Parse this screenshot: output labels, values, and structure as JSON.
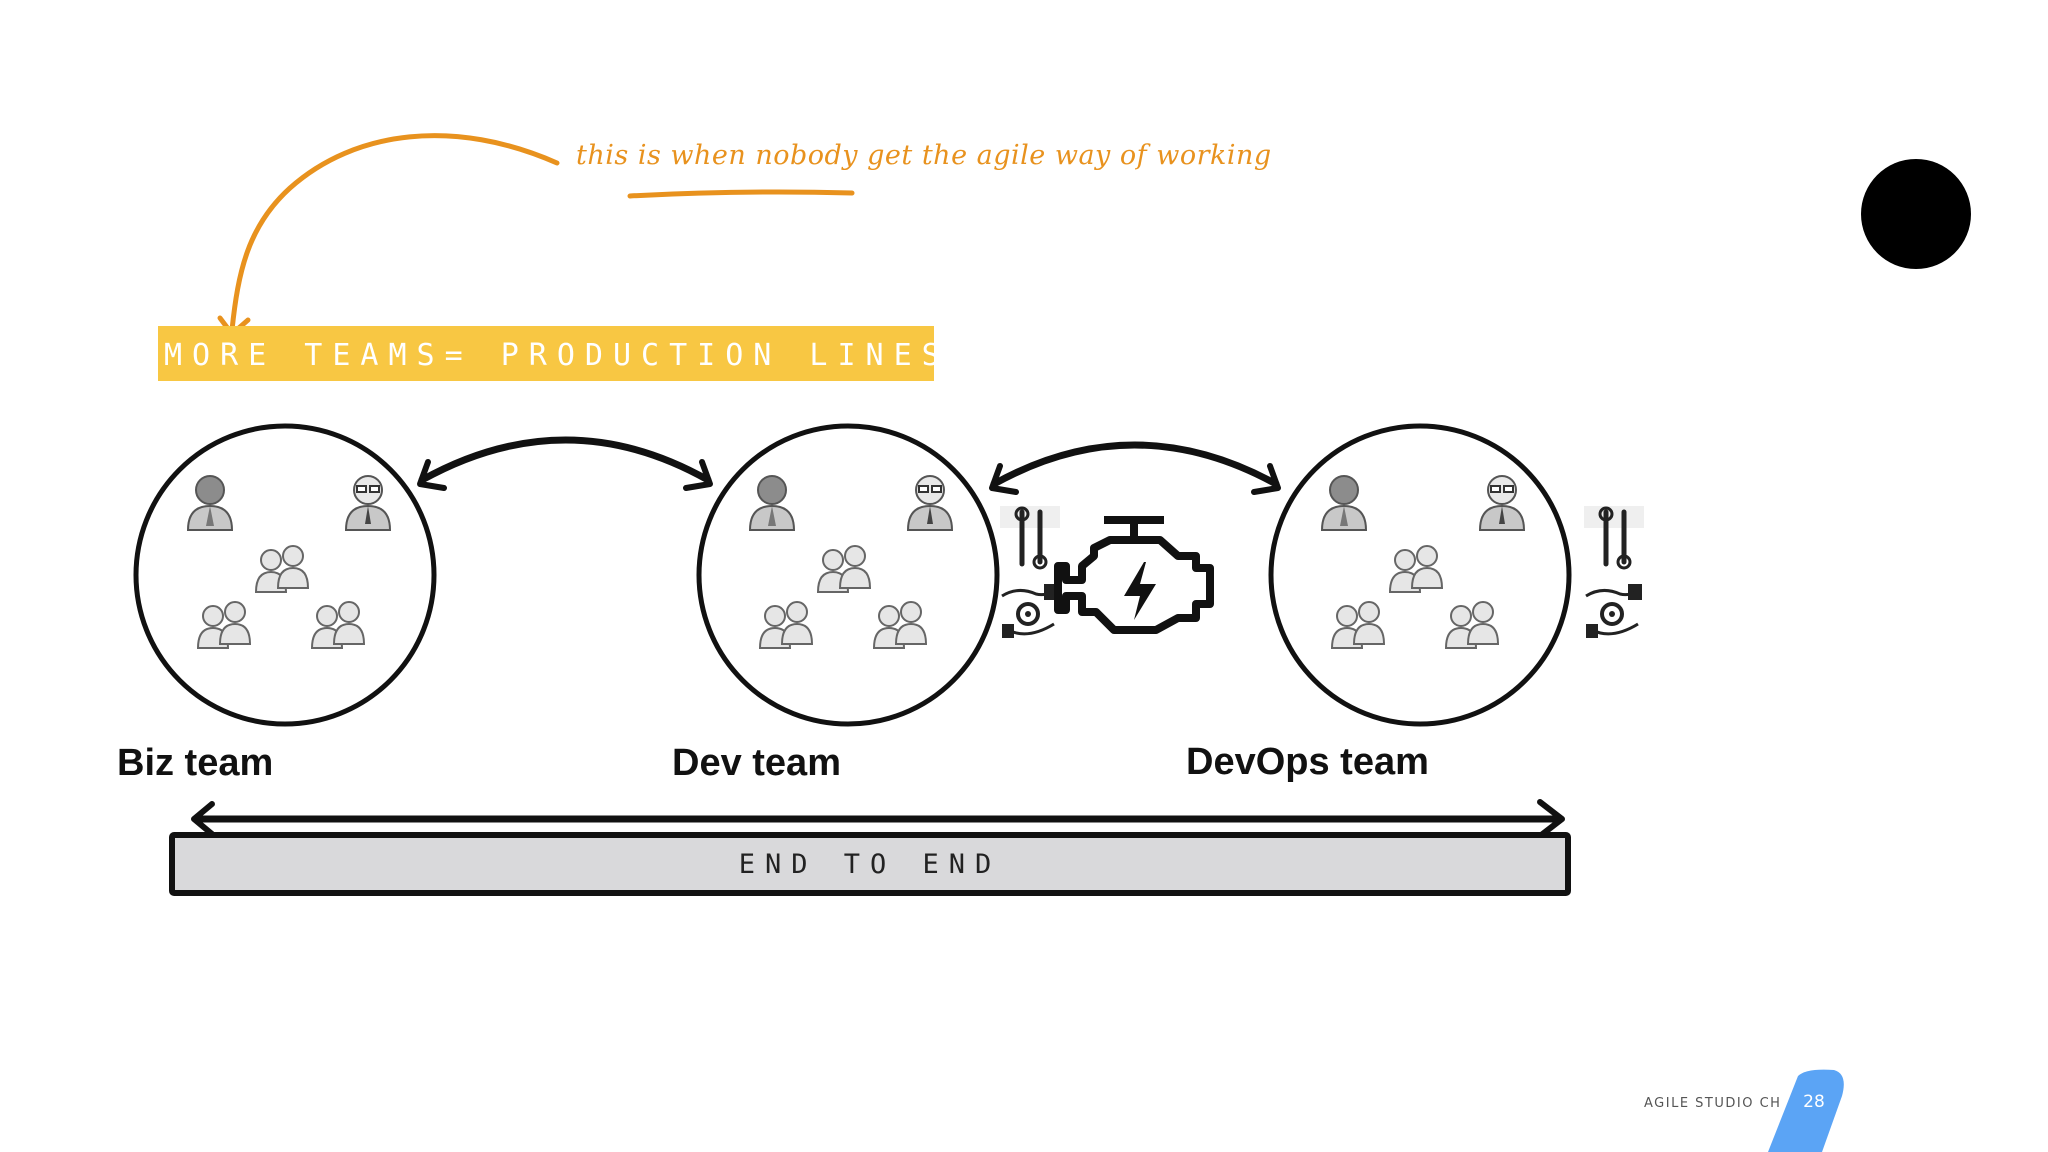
{
  "slide": {
    "annotation": "this is when nobody get the agile way of working",
    "banner": "MORE TEAMS= PRODUCTION LINES",
    "teams": [
      {
        "label": "Biz team"
      },
      {
        "label": "Dev team"
      },
      {
        "label": "DevOps team"
      }
    ],
    "end_to_end": "END TO END"
  },
  "footer": {
    "brand": "AGILE STUDIO CH",
    "page_number": "28"
  },
  "colors": {
    "accent_orange": "#E8921E",
    "banner_yellow": "#F8C743",
    "bar_gray": "#D9D9DB",
    "page_badge_blue": "#5BA4F5"
  },
  "icons": [
    "curved-arrow-icon",
    "people-group-icon",
    "engine-icon",
    "tools-icon",
    "gear-hand-icon",
    "double-arrow-icon"
  ]
}
